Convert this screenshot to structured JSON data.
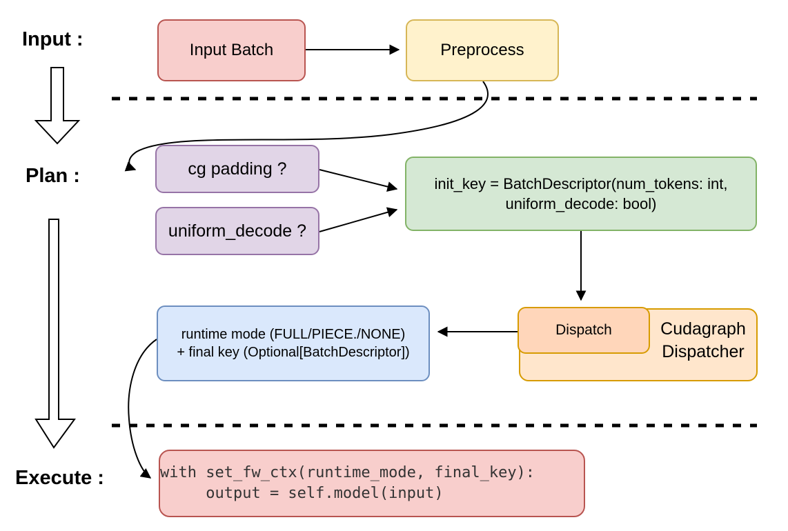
{
  "stage_labels": {
    "input": "Input :",
    "plan": "Plan :",
    "execute": "Execute :"
  },
  "nodes": {
    "input_batch": "Input Batch",
    "preprocess": "Preprocess",
    "cg_padding": "cg padding ?",
    "uniform_decode": "uniform_decode ?",
    "init_key_line1": "init_key = BatchDescriptor(num_tokens: int,",
    "init_key_line2": "uniform_decode: bool)",
    "runtime_mode_line1": "runtime mode (FULL/PIECE./NONE)",
    "runtime_mode_line2": "+ final key (Optional[BatchDescriptor])",
    "dispatch": "Dispatch",
    "cudagraph_line1": "Cudagraph",
    "cudagraph_line2": "Dispatcher",
    "code_line1": "with set_fw_ctx(runtime_mode, final_key):",
    "code_line2": "     output = self.model(input)"
  },
  "colors": {
    "red_fill": "#F8CECC",
    "red_stroke": "#B85450",
    "yellow_fill": "#FFF2CC",
    "yellow_stroke": "#D6B656",
    "purple_fill": "#E1D5E7",
    "purple_stroke": "#9673A6",
    "green_fill": "#D5E8D4",
    "green_stroke": "#82B366",
    "blue_fill": "#DAE8FC",
    "blue_stroke": "#6C8EBF",
    "orange_fill": "#FFE6CC",
    "orange_stroke": "#D79B00",
    "salmon_fill": "#FFD6BA",
    "connector": "#000000"
  }
}
